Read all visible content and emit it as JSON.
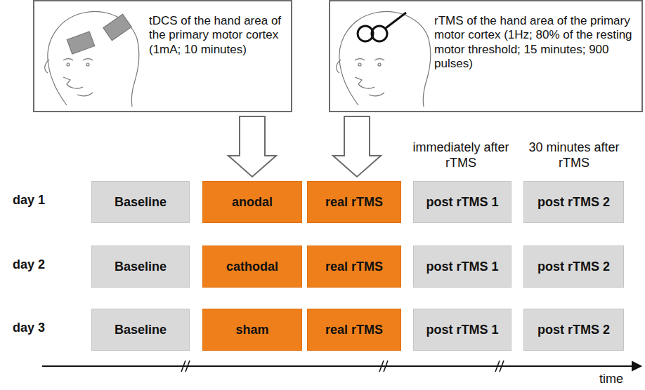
{
  "diagram": {
    "nodes": [
      {
        "text": [
          "tDCS of the hand area of the primary motor cortex (1mA; 10 minutes)"
        ]
      },
      {
        "text": [
          "rTMS of the hand area of the primary motor cortex (1Hz; 80% of the resting motor threshold; 15 minutes; 900 pulses)"
        ]
      },
      {
        "text": [
          "Baseline"
        ]
      },
      {
        "text": [
          "anodal"
        ]
      },
      {
        "text": [
          "real rTMS"
        ]
      },
      {
        "text": [
          "post rTMS 1"
        ]
      },
      {
        "text": [
          "post rTMS 2"
        ]
      },
      {
        "text": [
          "Baseline"
        ]
      },
      {
        "text": [
          "cathodal"
        ]
      },
      {
        "text": [
          "real rTMS"
        ]
      },
      {
        "text": [
          "post rTMS 1"
        ]
      },
      {
        "text": [
          "post rTMS 2"
        ]
      },
      {
        "text": [
          "Baseline"
        ]
      },
      {
        "text": [
          "sham"
        ]
      },
      {
        "text": [
          "real rTMS"
        ]
      },
      {
        "text": [
          "post rTMS 1"
        ]
      },
      {
        "text": [
          "post rTMS 2"
        ]
      }
    ],
    "edges": [
      {
        "from": 0,
        "to": 3,
        "arrow": "to"
      },
      {
        "from": 1,
        "to": 4,
        "arrow": "to"
      }
    ],
    "labels": [
      "immediately after rTMS",
      "30 minutes after rTMS",
      "day 1",
      "day 2",
      "day 3",
      "time"
    ]
  }
}
